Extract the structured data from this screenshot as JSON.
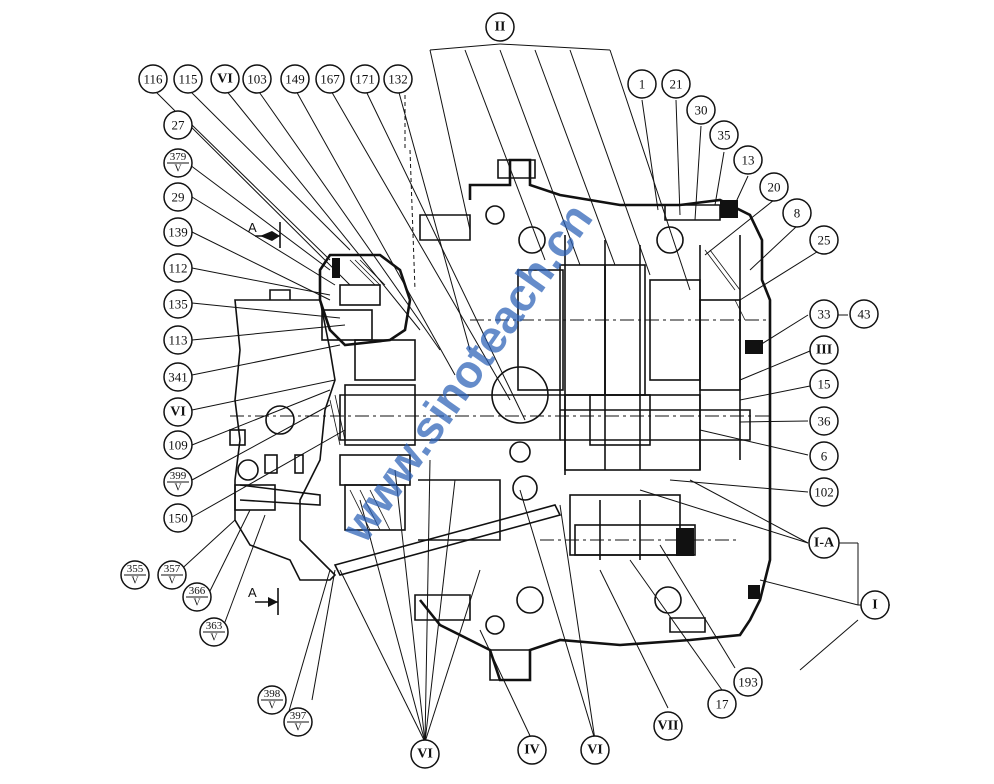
{
  "callouts": [
    {
      "id": "II",
      "roman": true
    },
    {
      "id": "116"
    },
    {
      "id": "115"
    },
    {
      "id": "VI-top",
      "text": "VI",
      "roman": true
    },
    {
      "id": "103"
    },
    {
      "id": "149"
    },
    {
      "id": "167"
    },
    {
      "id": "171"
    },
    {
      "id": "132"
    },
    {
      "id": "1"
    },
    {
      "id": "21"
    },
    {
      "id": "30"
    },
    {
      "id": "35"
    },
    {
      "id": "13"
    },
    {
      "id": "20"
    },
    {
      "id": "8"
    },
    {
      "id": "25"
    },
    {
      "id": "33"
    },
    {
      "id": "43"
    },
    {
      "id": "III",
      "roman": true
    },
    {
      "id": "15"
    },
    {
      "id": "36"
    },
    {
      "id": "6"
    },
    {
      "id": "102"
    },
    {
      "id": "I-A",
      "roman": true
    },
    {
      "id": "I",
      "roman": true
    },
    {
      "id": "193"
    },
    {
      "id": "17"
    },
    {
      "id": "VII",
      "roman": true
    },
    {
      "id": "VI-b1",
      "text": "VI",
      "roman": true
    },
    {
      "id": "IV",
      "roman": true
    },
    {
      "id": "VI-b2",
      "text": "VI",
      "roman": true
    },
    {
      "id": "27"
    },
    {
      "id": "29"
    },
    {
      "id": "139"
    },
    {
      "id": "112"
    },
    {
      "id": "135"
    },
    {
      "id": "113"
    },
    {
      "id": "341"
    },
    {
      "id": "VI-left",
      "text": "VI",
      "roman": true
    },
    {
      "id": "109"
    },
    {
      "id": "150"
    }
  ],
  "fraction_callouts": [
    {
      "id": "379",
      "num": "379",
      "den": "V"
    },
    {
      "id": "399",
      "num": "399",
      "den": "V"
    },
    {
      "id": "355",
      "num": "355",
      "den": "V"
    },
    {
      "id": "357",
      "num": "357",
      "den": "V"
    },
    {
      "id": "366",
      "num": "366",
      "den": "V"
    },
    {
      "id": "363",
      "num": "363",
      "den": "V"
    },
    {
      "id": "398",
      "num": "398",
      "den": "V"
    },
    {
      "id": "397",
      "num": "397",
      "den": "V"
    }
  ],
  "section_marks": {
    "top": "A",
    "bottom": "A"
  },
  "watermark": "www.sinoteach.cn"
}
